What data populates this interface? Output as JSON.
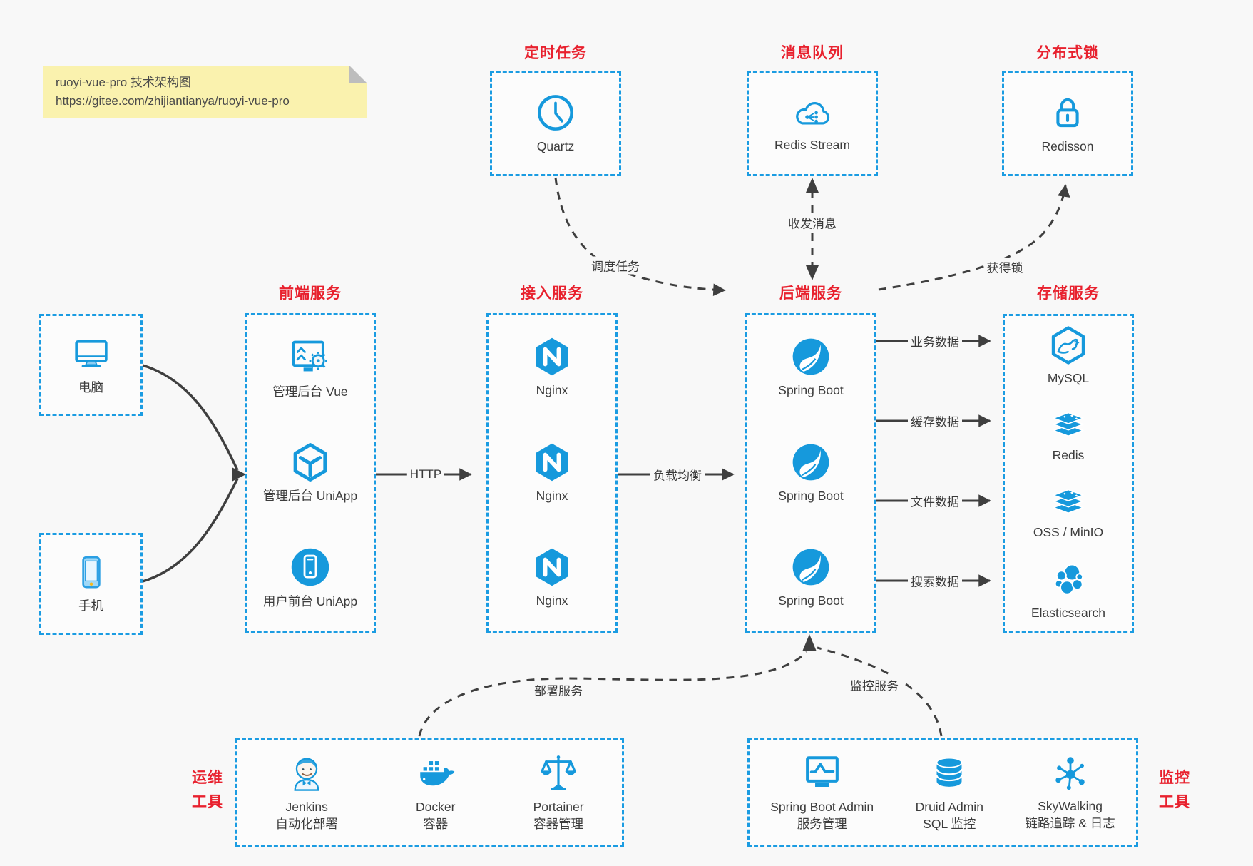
{
  "page": {
    "background": "#f8f8f8"
  },
  "colors": {
    "accent_blue": "#1699dc",
    "border_blue": "#1b9ce2",
    "title_red": "#e8212e",
    "arrow_dark": "#3f3f3f",
    "note_bg": "#faf2ae"
  },
  "note": {
    "line1": "ruoyi-vue-pro 技术架构图",
    "line2": "https://gitee.com/zhijiantianya/ruoyi-vue-pro"
  },
  "top_groups": [
    {
      "title": "定时任务",
      "item": {
        "label": "Quartz",
        "icon": "clock-icon"
      }
    },
    {
      "title": "消息队列",
      "item": {
        "label": "Redis Stream",
        "icon": "cloud-stream-icon"
      }
    },
    {
      "title": "分布式锁",
      "item": {
        "label": "Redisson",
        "icon": "lock-icon"
      }
    }
  ],
  "clients": [
    {
      "label": "电脑",
      "icon": "desktop-icon"
    },
    {
      "label": "手机",
      "icon": "smartphone-icon"
    }
  ],
  "frontend": {
    "title": "前端服务",
    "items": [
      {
        "label": "管理后台 Vue",
        "icon": "admin-vue-icon"
      },
      {
        "label": "管理后台 UniApp",
        "icon": "cube-icon"
      },
      {
        "label": "用户前台 UniApp",
        "icon": "mobile-app-icon"
      }
    ]
  },
  "gateway": {
    "title": "接入服务",
    "items": [
      {
        "label": "Nginx",
        "icon": "nginx-icon"
      },
      {
        "label": "Nginx",
        "icon": "nginx-icon"
      },
      {
        "label": "Nginx",
        "icon": "nginx-icon"
      }
    ]
  },
  "backend": {
    "title": "后端服务",
    "items": [
      {
        "label": "Spring Boot",
        "icon": "spring-icon"
      },
      {
        "label": "Spring Boot",
        "icon": "spring-icon"
      },
      {
        "label": "Spring Boot",
        "icon": "spring-icon"
      }
    ]
  },
  "storage": {
    "title": "存储服务",
    "items": [
      {
        "label": "MySQL",
        "icon": "mysql-icon"
      },
      {
        "label": "Redis",
        "icon": "redis-icon"
      },
      {
        "label": "OSS / MinIO",
        "icon": "oss-icon"
      },
      {
        "label": "Elasticsearch",
        "icon": "elasticsearch-icon"
      }
    ]
  },
  "ops": {
    "title_line1": "运维",
    "title_line2": "工具",
    "items": [
      {
        "label": "Jenkins",
        "sublabel": "自动化部署",
        "icon": "jenkins-icon"
      },
      {
        "label": "Docker",
        "sublabel": "容器",
        "icon": "docker-icon"
      },
      {
        "label": "Portainer",
        "sublabel": "容器管理",
        "icon": "portainer-icon"
      }
    ]
  },
  "monitoring": {
    "title_line1": "监控",
    "title_line2": "工具",
    "items": [
      {
        "label": "Spring Boot Admin",
        "sublabel": "服务管理",
        "icon": "monitor-chart-icon"
      },
      {
        "label": "Druid Admin",
        "sublabel": "SQL 监控",
        "icon": "database-icon"
      },
      {
        "label": "SkyWalking",
        "sublabel": "链路追踪 & 日志",
        "icon": "topology-icon"
      }
    ]
  },
  "edges": {
    "http": "HTTP",
    "load_balance": "负载均衡",
    "schedule": "调度任务",
    "messages": "收发消息",
    "lock": "获得锁",
    "business": "业务数据",
    "cache": "缓存数据",
    "file": "文件数据",
    "search": "搜索数据",
    "deploy": "部署服务",
    "monitor": "监控服务"
  }
}
